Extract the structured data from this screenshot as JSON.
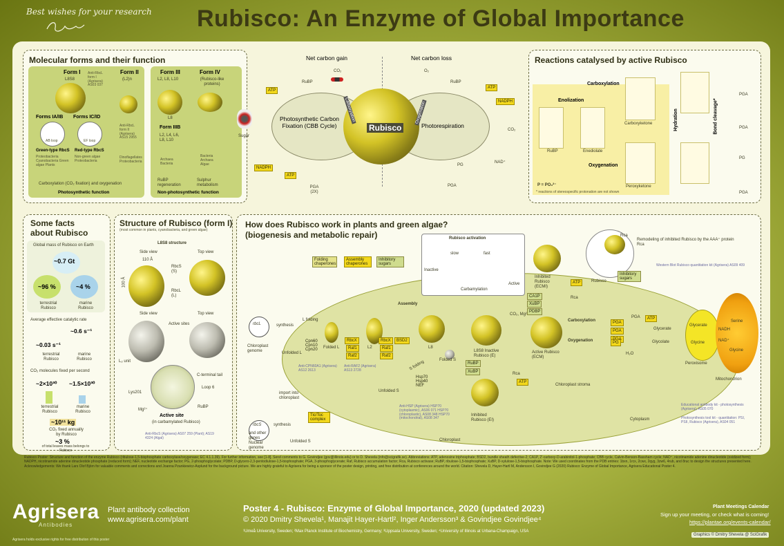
{
  "header": {
    "title": "Rubisco: An Enzyme of Global Importance",
    "greeting": "Best wishes for your research",
    "signature": "Govindjee"
  },
  "molecular": {
    "title": "Molecular forms and their function",
    "form1": "Form I",
    "form1_sub": "L8S8",
    "form1_ab": "Anti-RbcL form I (Agrisera) AS03 037",
    "form2": "Form II",
    "form2_sub": "(L2)n",
    "form2_ab": "Anti-RbcL form II (Agrisera) AS15 2955",
    "form2_org": "Dinoflagellates Proteobacteria",
    "form3": "Form III",
    "form3_sub": "L2, L8, L10",
    "form4": "Form IV",
    "form4_sub": "(Rubisco-like proteins)",
    "form3_l8": "L8",
    "form3b": "Form IIIB",
    "form3b_sub": "L2, L4, L6, L8, L10",
    "form3_org": "Archaea Bacteria",
    "form4_org": "Bacteria Archaea Algae",
    "iaib": "Forms IA/IB",
    "icid": "Forms IC/ID",
    "ab_loop": "AB loop",
    "ef_loop": "EF loop",
    "green_type": "Green-type RbcS",
    "red_type": "Red-type RbcS",
    "green_org": "Proteobacteria Cyanobacteria Green algae Plants",
    "red_org": "Non-green algae Proteobacteria",
    "carboxylation": "Carboxylation (CO₂ fixation) and oxygenation",
    "photo_fn": "Photosynthetic function",
    "rubp_regen": "RuBP regeneration",
    "sulphur": "Sulphur metabolism",
    "nonphoto_fn": "Non-photosynthetic function"
  },
  "cycle": {
    "net_gain": "Net carbon gain",
    "net_loss": "Net carbon loss",
    "photo_fix": "Photosynthetic Carbon Fixation (CBB Cycle)",
    "photoresp": "Photorespiration",
    "rubisco": "Rubisco",
    "carboxylation": "Carboxylation",
    "oxygenation": "Oxygenation",
    "sugar": "Sugar",
    "co2": "CO₂",
    "o2": "O₂",
    "rubp": "RuBP",
    "atp": "ATP",
    "nadph": "NADPH",
    "nad": "NAD⁺",
    "pg": "PG",
    "pga": "PGA",
    "pga2x": "PGA (2X)"
  },
  "reactions": {
    "title": "Reactions catalysed by active Rubisco",
    "enolization": "Enolization",
    "carboxylation": "Carboxylation",
    "oxygenation": "Oxygenation",
    "hydration": "Hydration",
    "bond_cleavage": "Bond cleavage*",
    "rubp": "RuBP",
    "enediolate": "Enediolate",
    "carboxyketone": "Carboxyketone",
    "peroxyketone": "Peroxyketone",
    "pga": "PGA",
    "pg": "PG",
    "p_def": "P = PO₃²⁻",
    "note": "* reactions of stereospecific protonation are not shown"
  },
  "facts": {
    "title": "Some facts about Rubisco",
    "mass_title": "Global mass of Rubisco on Earth",
    "mass_val": "~0.7 Gt",
    "terr_pct": "~96 %",
    "mar_pct": "~4 %",
    "terrestrial": "terrestrial Rubisco",
    "marine": "marine Rubisco",
    "rate_title": "Average effective catalytic rate",
    "rate_terr": "~0.03 s⁻¹",
    "rate_mar": "~0.6 s⁻¹",
    "co2_title": "CO₂ molecules fixed per second",
    "co2_terr": "~2×10³⁰",
    "co2_mar": "~1.5×10³⁰",
    "fixed_val": "~10¹¹ kg",
    "fixed_text": "CO₂ fixed annually by Rubisco",
    "leaves_pct": "~3 %",
    "leaves_text": "of total leaves mass belongs to Rubisco"
  },
  "structure": {
    "title": "Structure of Rubisco (form I)",
    "sub": "(most common in plants, cyanobacteria, and green algae)",
    "l8s8": "L8S8 structure",
    "side": "Side view",
    "top": "Top view",
    "dim110": "110 Å",
    "dim100": "100 Å",
    "rbcs": "RbcS (S)",
    "rbcl": "RbcL (L)",
    "active_sites": "Active sites",
    "l2unit": "L₂ unit",
    "cterm": "C-terminal tail",
    "loop6": "Loop 6",
    "lys": "Lys201",
    "mg": "Mg²⁺",
    "rubp": "RuBP",
    "active_site": "Active site",
    "carbamylated": "(in carbamylated Rubisco)",
    "ab": "Anti-RbcS (Agrisera) AS07 259 (Plant); AS19 4324 (Algal)"
  },
  "how": {
    "title": "How does Rubisco work in plants and green algae?",
    "subtitle": "(biogenesis and metabolic repair)",
    "activation": "Rubisco activation",
    "inactive": "Inactive",
    "active": "Active",
    "slow": "slow",
    "fast": "fast",
    "carbamylation": "Carbamylation",
    "folding_chap": "Folding chaperones",
    "assembly_chap": "Assembly chaperones",
    "inhib_sugars": "Inhibitory sugars",
    "assembly": "Assembly",
    "rbcl": "rbcL",
    "rbcs": "rbcS",
    "chloroplast_genome": "Chloroplast genome",
    "nuclear_genome": "and other genes Nuclear genome",
    "synthesis": "synthesis",
    "unfolded_l": "Unfolded L",
    "l_folding": "L folding",
    "folded_l": "Folded L",
    "cpn": "Cpn60 Cpn10 Cpn20",
    "l2": "L2",
    "l8": "L8",
    "l8s8": "L8S8 Inactive Rubisco (E)",
    "folded_s": "Folded S",
    "s_folding": "S folding",
    "unfolded_s": "Unfolded S",
    "import": "import into chloroplast",
    "tictoc": "Tic/Toc complex",
    "hsp": "Hsp70 Hsp40 NEF",
    "rbcx": "RbcX",
    "raf1": "Raf1",
    "raf2": "Raf2",
    "bsd2": "BSD2",
    "rubp": "RuBP",
    "xubp": "XuBP",
    "ca1p": "CA1P",
    "pdbp": "PDBP",
    "rca": "Rca",
    "atp": "ATP",
    "inh_ecm": "Inhibited Rubisco (ECMI)",
    "inh_ei": "Inhibited Rubisco (EI)",
    "active_ecm": "Active Rubisco (ECM)",
    "carboxylation": "Carboxylation",
    "oxygenation": "Oxygenation",
    "pga": "PGA",
    "pg": "PG",
    "co2": "CO₂",
    "h2o": "H₂O",
    "glycerate": "Glycerate",
    "glycolate": "Glycolate",
    "glycine": "Glycine",
    "serine": "Serine",
    "nadh": "NADH",
    "nad": "NAD⁺",
    "peroxisome": "Peroxisome",
    "mitochondrion": "Mitochondrion",
    "stroma": "Chloroplast stroma",
    "chloroplast": "Chloroplast",
    "cytoplasm": "Cytoplasm",
    "rca_note": "Remodeling of inhibited Rubisco by the AAA⁺ protein Rca",
    "rubisco_lbl": "Rubisco",
    "western": "Western Blot Rubisco quantitation kit (Agrisera) AS09 409",
    "edu": "Educational antibody kit - photosynthesis (Agrisera), AS05 070",
    "ps_kit": "Photosynthesis tool kit - quantitation: PSI, PSII, Rubisco (Agrisera), AS04 051",
    "ab_cpn": "Anti-CPN60A1 (Agrisera) AS12 2613",
    "ab_raf": "Anti-RAF2 (Agrisera) AS13 2728",
    "ab_hsp": "Anti-HSP (Agrisera) HSP70 (cytoplasmic), AS06 071 HSP70 (chloroplastic), AS08 348 HSP70 (mitochondrial), AS08 347",
    "co2mg": "CO₂, Mg²⁺"
  },
  "caption": {
    "text": "Rubisco Poster: Structure and function of the enzyme Rubisco (ribulose-1,5-bisphosphate carboxylase/oxygenase; EC 4.1.1.39). For further information, see [1-8]. Send comments to G. Govindjee (gov@illinois.edu) or to D. Shevela (info@scigrafik.se). Abbreviations: ATP, adenosine triphosphate; BSD2, bundle sheath defective-2; CA1P, 2'-carboxy-D-arabinitol-1-phosphate; CBB cycle, Calvin-Benson-Bassham cycle; NAD⁺, nicotinamide adenine dinucleotide (oxidized form); NADPH, nicotinamide adenine dinucleotide phosphate (reduced form); NEF, nucleotide exchange factor; PG, 2-phosphoglycolate; PDBP, D-glycero-2,3-pentodiulose-1,5-bisphosphate; PGA, 3-phosphoglycerate; Raf, Rubisco accumulation factor; Rca, Rubisco activase; RuBP, ribulose-1,5-bisphosphate; XuBP, D-xylulose-1,5-bisphosphate. Note: We used coordinates from the PDB entries: 1bxn, 1rcx, 2cwx, 2qyg, 3zw6, 4rub, and 8ruc to design the structures presented here. Acknowledgements: We thank Lars Olof Björn for valuable comments and corrections and Joanna Pzankiewicz-Asplund for the background picture. We are highly grateful to Agrisera for being a sponsor of the poster design, printing, and free distribution at conferences around the world. Citation: Shevela D, Hayer-Hartl M, Andersson I, Govindjee G (2020) Rubisco: Enzyme of Global Importance, Agrisera Educational Poster 4."
  },
  "footer": {
    "brand": "Agrisera",
    "brand_sub": "Antibodies",
    "collection": "Plant antibody collection",
    "url": "www.agrisera.com/plant",
    "rights": "Agrisera holds exclusive rights for free distribution of this poster",
    "poster": "Poster 4 - Rubisco: Enzyme of Global Importance, 2020 (updated 2023)",
    "authors": "© 2020 Dmitry Shevela¹, Manajit Hayer-Hartl², Inger Andersson³ & Govindjee Govindjee⁴",
    "affil": "¹Umeå University, Sweden; ²Max Planck Institute of Biochemistry, Germany; ³Uppsala University, Sweden; ⁴University of Illinois at Urbana-Champaign, USA",
    "calendar_title": "Plant Meetings Calendar",
    "calendar_text": "Sign up your meeting, or check what is coming!",
    "calendar_url": "https://plantae.org/events-calendar/",
    "graphics": "Graphics © Dmitry Shevela @ SciGrafik"
  }
}
